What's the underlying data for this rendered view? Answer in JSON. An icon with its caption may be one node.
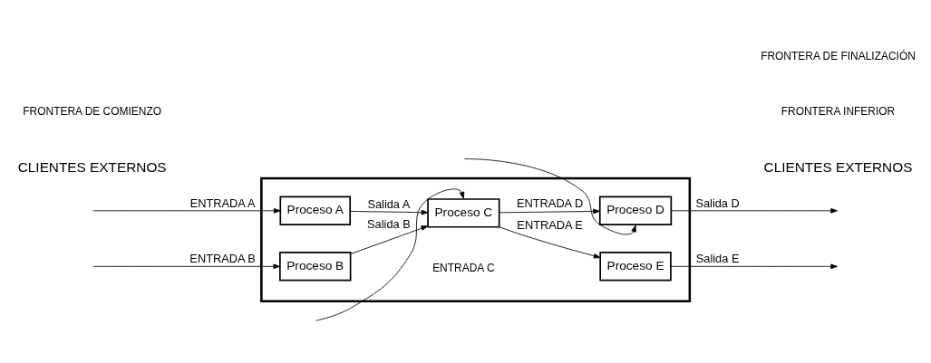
{
  "diagram": {
    "nodes": [
      {
        "text": [],
        "shape": "box"
      },
      {
        "text": [
          "Proceso A"
        ],
        "in": 0
      },
      {
        "text": [
          "Proceso B"
        ],
        "in": 0
      },
      {
        "text": [
          "Proceso C"
        ],
        "in": 0
      },
      {
        "text": [
          "Proceso E"
        ],
        "in": 0
      },
      {
        "text": [
          "Proceso D"
        ],
        "in": 0
      }
    ],
    "edges": [
      {
        "from": null,
        "to": 1,
        "arrow": "to",
        "label": "ENTRADA A"
      },
      {
        "from": null,
        "to": 2,
        "arrow": "to",
        "label": "ENTRADA B"
      },
      {
        "from": 1,
        "to": 3,
        "arrow": "to",
        "label": "Salida A"
      },
      {
        "from": 2,
        "to": 3,
        "arrow": "to",
        "label": "Salida B"
      },
      {
        "from": null,
        "to": 3,
        "arrow": "to"
      },
      {
        "from": 3,
        "to": 4,
        "arrow": "to",
        "label": "ENTRADA E"
      },
      {
        "from": 3,
        "to": 5,
        "arrow": "to",
        "label": "ENTRADA D"
      },
      {
        "from": null,
        "to": 5,
        "arrow": "to"
      },
      {
        "from": 4,
        "to": null,
        "arrow": "to",
        "label": "Salida E"
      },
      {
        "from": 5,
        "to": null,
        "arrow": "to",
        "label": "Salida D"
      }
    ],
    "labels": [
      "CLIENTES EXTERNOS",
      "CLIENTES EXTERNOS",
      "ENTRADA C",
      "FRONTERA DE COMIENZO",
      "FRONTERA INFERIOR",
      "FRONTERA DE FINALIZACIÓN"
    ]
  }
}
